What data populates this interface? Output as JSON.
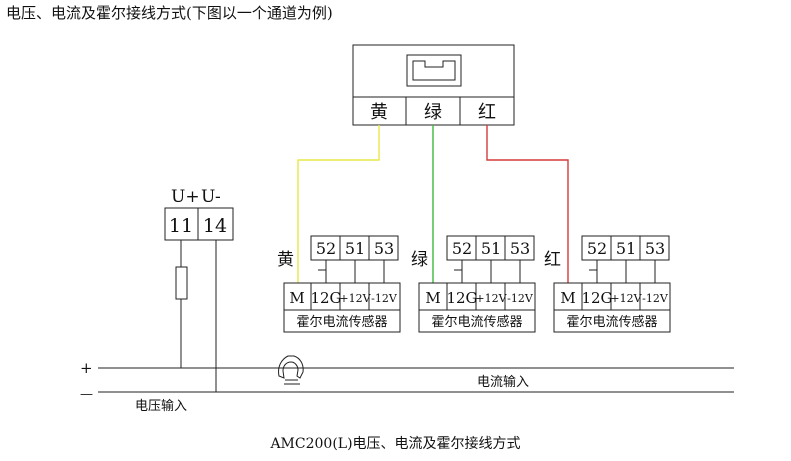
{
  "title": "电压、电流及霍尔接线方式(下图以一个通道为例)",
  "caption": "AMC200(L)电压、电流及霍尔接线方式",
  "connector": {
    "labels": [
      "黄",
      "绿",
      "红"
    ]
  },
  "wire_colors": {
    "yellow": "#e8e84a",
    "green": "#3cba3c",
    "red": "#d63a3a"
  },
  "voltage_terminals": {
    "headers": [
      "U+",
      "U-"
    ],
    "numbers": [
      "11",
      "14"
    ]
  },
  "sensors": [
    {
      "side_label": "黄",
      "terminals": [
        "52",
        "51",
        "53"
      ],
      "pins": [
        "M",
        "12G",
        "+12V",
        "-12V"
      ],
      "name": "霍尔电流传感器"
    },
    {
      "side_label": "绿",
      "terminals": [
        "52",
        "51",
        "53"
      ],
      "pins": [
        "M",
        "12G",
        "+12V",
        "-12V"
      ],
      "name": "霍尔电流传感器"
    },
    {
      "side_label": "红",
      "terminals": [
        "52",
        "51",
        "53"
      ],
      "pins": [
        "M",
        "12G",
        "+12V",
        "-12V"
      ],
      "name": "霍尔电流传感器"
    }
  ],
  "bus": {
    "plus": "+",
    "minus": "—",
    "voltage_input": "电压输入",
    "current_input": "电流输入"
  }
}
